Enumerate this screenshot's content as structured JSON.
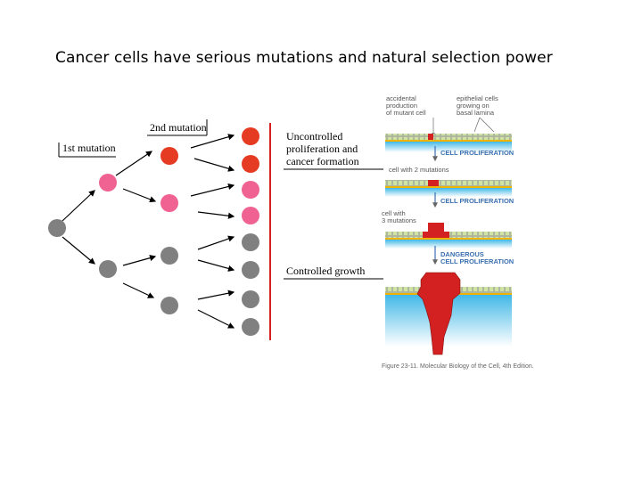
{
  "slide": {
    "title": "Cancer cells have serious mutations and natural selection power"
  },
  "diagram": {
    "labels": {
      "first_mutation": "1st mutation",
      "second_mutation": "2nd mutation",
      "uncontrolled_line1": "Uncontrolled",
      "uncontrolled_line2": "proliferation and",
      "uncontrolled_line3": "cancer formation",
      "controlled": "Controlled growth"
    },
    "colors": {
      "normal": "#808080",
      "first_mutation": "#f06292",
      "second_mutation": "#e53b22",
      "divider": "#d42020"
    }
  },
  "figure": {
    "annotation_accidental_1": "accidental",
    "annotation_accidental_2": "production",
    "annotation_accidental_3": "of mutant cell",
    "annotation_epithelial_1": "epithelial cells",
    "annotation_epithelial_2": "growing on",
    "annotation_epithelial_3": "basal lamina",
    "step1": "CELL PROLIFERATION",
    "annotation_two": "cell with 2 mutations",
    "step2": "CELL PROLIFERATION",
    "annotation_three_1": "cell with",
    "annotation_three_2": "3 mutations",
    "step3_1": "DANGEROUS",
    "step3_2": "CELL PROLIFERATION",
    "caption": "Figure 23-11. Molecular Biology of the Cell, 4th Edition.",
    "colors": {
      "tissue": "#cfe3a4",
      "cells_border": "#9a9a9a",
      "lamina": "#f0b300",
      "stroma": "#42b8e6",
      "tumor": "#d32020",
      "heading": "#3a6fb0"
    }
  }
}
